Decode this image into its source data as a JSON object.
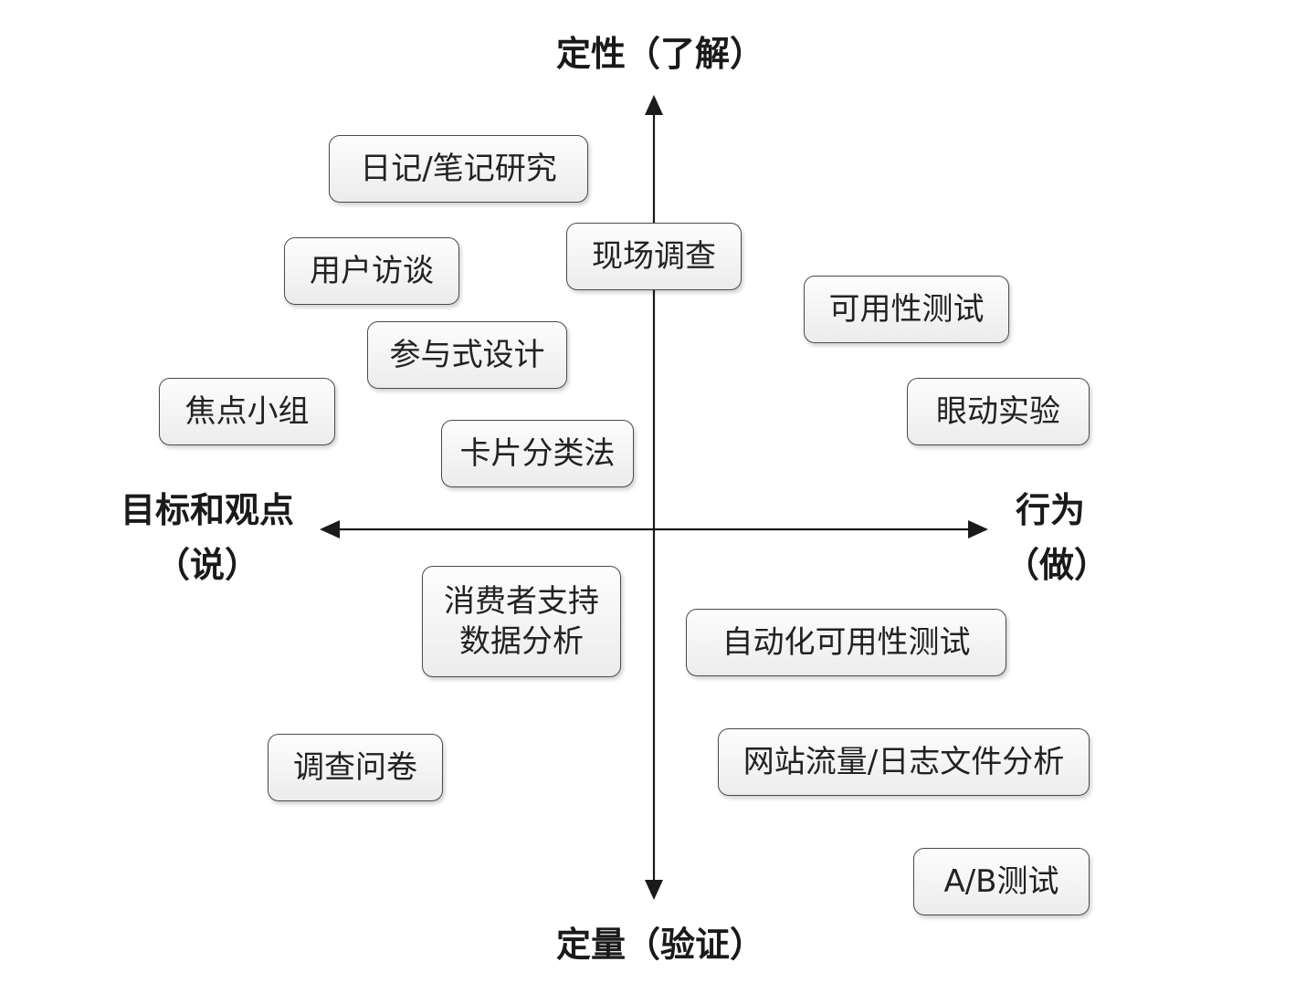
{
  "axes": {
    "top": "定性（了解）",
    "bottom": "定量（验证）",
    "left": [
      "目标和观点",
      "（说）"
    ],
    "right": [
      "行为",
      "（做）"
    ]
  },
  "methods": {
    "diary_study": "日记/笔记研究",
    "user_interview": "用户访谈",
    "field_study": "现场调查",
    "participatory_design": "参与式设计",
    "usability_testing": "可用性测试",
    "focus_group": "焦点小组",
    "eye_tracking": "眼动实验",
    "card_sorting": "卡片分类法",
    "customer_support_data": [
      "消费者支持",
      "数据分析"
    ],
    "automated_usability_testing": "自动化可用性测试",
    "survey": "调查问卷",
    "web_log_analysis": "网站流量/日志文件分析",
    "ab_testing": "A/B测试"
  }
}
